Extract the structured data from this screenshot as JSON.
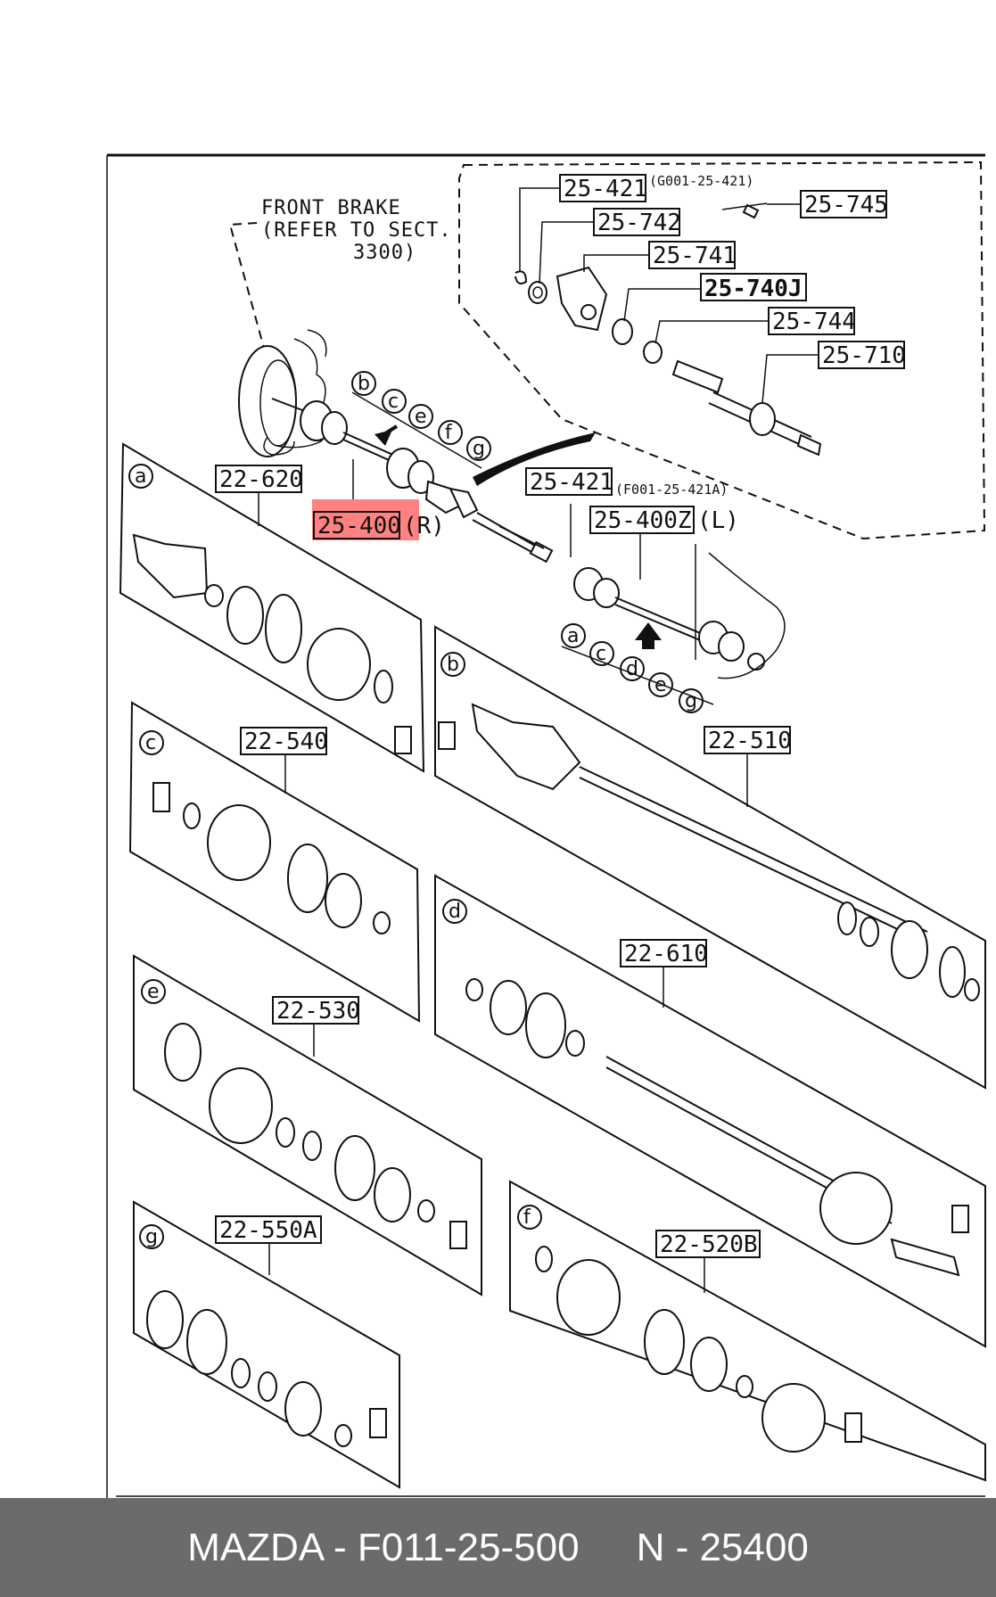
{
  "diagram": {
    "note_lines": [
      "FRONT BRAKE",
      "(REFER TO SECT.",
      "3300)"
    ],
    "labels": {
      "p25421_top": "25-421",
      "p25421_top_ref": "(G001-25-421)",
      "p25745": "25-745",
      "p25742": "25-742",
      "p25741": "25-741",
      "p25740j": "25-740J",
      "p25744": "25-744",
      "p25710": "25-710",
      "p25421_mid": "25-421",
      "p25421_mid_ref": "(F001-25-421A)",
      "p25400z": "25-400Z",
      "p25400z_side": "(L)",
      "p25400": "25-400",
      "p25400_side": "(R)",
      "p22620": "22-620",
      "p22540": "22-540",
      "p22510": "22-510",
      "p22610": "22-610",
      "p22530": "22-530",
      "p22550a": "22-550A",
      "p22520b": "22-520B"
    },
    "circle_letters_r": [
      "b",
      "c",
      "e",
      "f",
      "g"
    ],
    "circle_letters_l": [
      "a",
      "c",
      "d",
      "e",
      "g"
    ],
    "panel_letters": {
      "a": "a",
      "b": "b",
      "c": "c",
      "d": "d",
      "e": "e",
      "f": "f",
      "g": "g"
    },
    "highlight_color": "#ff6b6b"
  },
  "footer": {
    "left": "MAZDA - F011-25-500",
    "right": "N - 25400"
  }
}
